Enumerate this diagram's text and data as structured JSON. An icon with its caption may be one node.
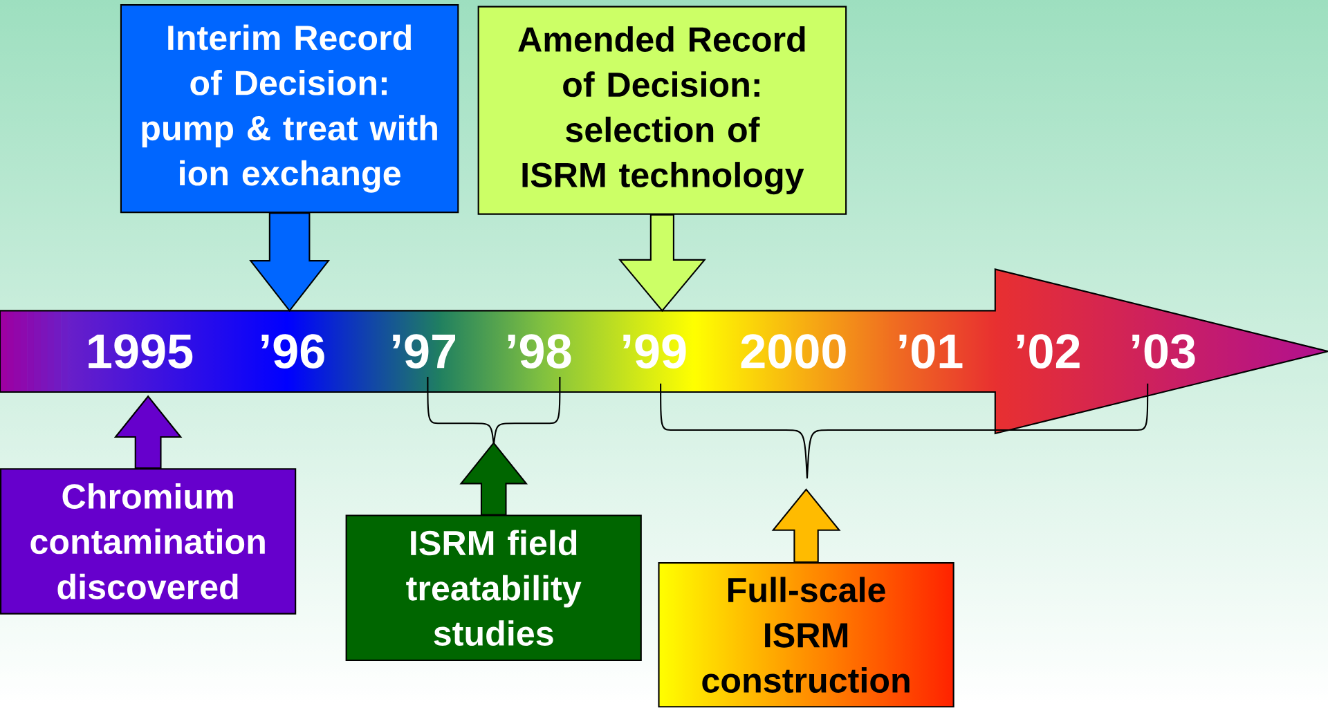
{
  "diagram": {
    "nodes": [
      {
        "text": [
          "1995",
          "’96",
          "’97",
          "’98",
          "’99",
          "2000",
          "’01",
          "’02",
          "’03"
        ]
      },
      {
        "text": [
          "Interim Record of Decision: pump & treat with ion exchange"
        ]
      },
      {
        "text": [
          "Amended Record of Decision: selection of ISRM technology"
        ]
      },
      {
        "text": [
          "Chromium contamination discovered"
        ]
      },
      {
        "text": [
          "ISRM field treatability studies"
        ]
      },
      {
        "text": [
          "Full-scale ISRM construction"
        ]
      }
    ],
    "edges": [
      {
        "from": 1,
        "to": 0,
        "arrow": "to"
      },
      {
        "from": 2,
        "to": 0,
        "arrow": "to"
      },
      {
        "from": 3,
        "to": 0,
        "arrow": "to"
      },
      {
        "from": 4,
        "to": 0,
        "arrow": "to"
      },
      {
        "from": 5,
        "to": 0,
        "arrow": "to"
      }
    ]
  }
}
